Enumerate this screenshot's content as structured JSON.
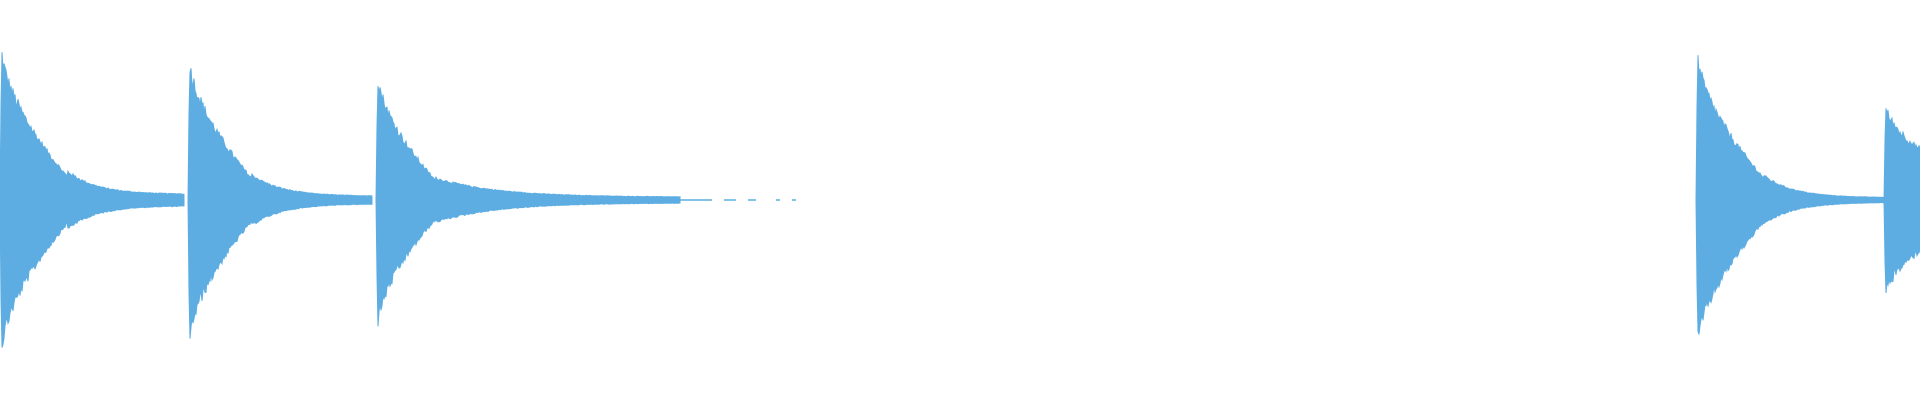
{
  "waveform": {
    "color": "#5dade2",
    "background": "#ffffff",
    "duration_s": 24,
    "amplitude_range": [
      -1,
      1
    ],
    "hits": [
      {
        "onset_s": 0.0,
        "peak": 0.8,
        "decay_s": 0.85,
        "tail": 0.03,
        "tail_end_s": 2.3
      },
      {
        "onset_s": 2.35,
        "peak": 0.75,
        "decay_s": 0.8,
        "tail": 0.02,
        "tail_end_s": 4.65
      },
      {
        "onset_s": 4.7,
        "peak": 0.67,
        "decay_s": 0.75,
        "tail": 0.015,
        "tail_end_s": 8.5
      },
      {
        "onset_s": 21.2,
        "peak": 0.77,
        "decay_s": 0.85,
        "tail": 0.012,
        "tail_end_s": 23.55
      },
      {
        "onset_s": 23.55,
        "peak": 0.5,
        "decay_s": 1.2,
        "tail": 0.01,
        "tail_end_s": 24.0
      }
    ],
    "sparse_dashes_s": [
      [
        8.5,
        8.9
      ],
      [
        9.05,
        9.2
      ],
      [
        9.35,
        9.45
      ],
      [
        9.7,
        9.75
      ],
      [
        9.9,
        9.95
      ]
    ]
  }
}
